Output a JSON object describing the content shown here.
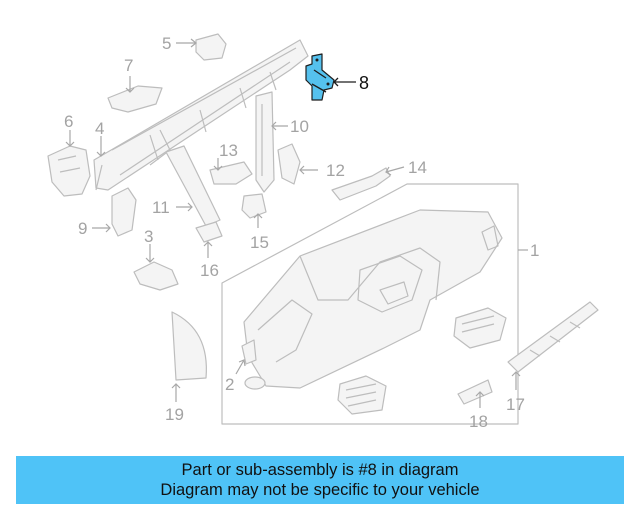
{
  "diagram": {
    "callouts": [
      "1",
      "2",
      "3",
      "4",
      "5",
      "6",
      "7",
      "8",
      "9",
      "10",
      "11",
      "12",
      "13",
      "14",
      "15",
      "16",
      "17",
      "18",
      "19"
    ],
    "highlighted_part": "8",
    "highlight_color": "#55c1ee"
  },
  "banner": {
    "line1": "Part or sub-assembly is #8 in diagram",
    "line2": "Diagram may not be specific to your vehicle",
    "background": "#4fc3f7"
  }
}
